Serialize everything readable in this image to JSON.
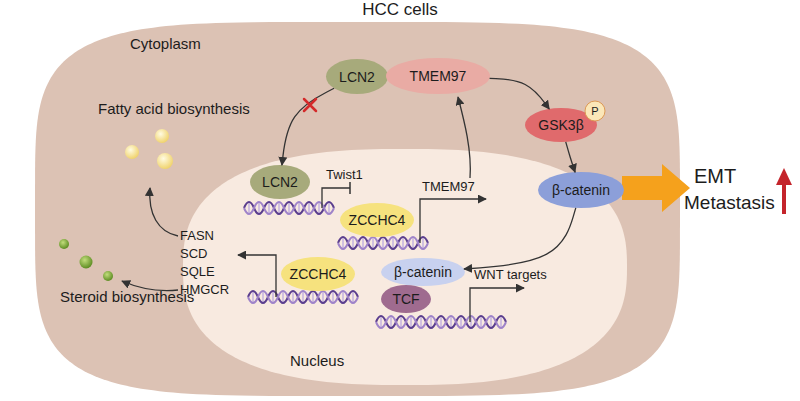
{
  "diagram": {
    "nodes": [
      {
        "text": [
          "HCC cells",
          "Cytoplasm"
        ]
      },
      {
        "text": [
          "LCN2"
        ],
        "in": 0
      },
      {
        "text": [
          "TMEM97"
        ],
        "in": 0
      },
      {
        "text": [
          "GSK3β"
        ],
        "in": 0
      },
      {
        "text": [
          "P"
        ],
        "in": 3
      },
      {
        "text": [
          "β-catenin"
        ],
        "in": 0
      },
      {
        "text": [
          "Nucleus"
        ],
        "in": 0
      },
      {
        "text": [
          "LCN2"
        ],
        "in": 6
      },
      {
        "text": [
          "ZCCHC4"
        ],
        "in": 6
      },
      {
        "text": [
          "ZCCHC4"
        ],
        "in": 6
      },
      {
        "text": [
          "β-catenin"
        ],
        "in": 6
      },
      {
        "text": [
          "TCF"
        ],
        "in": 6
      }
    ],
    "edges": [
      {
        "from": 2,
        "to": 3,
        "arrow": "to"
      },
      {
        "from": 3,
        "to": 5,
        "arrow": "to"
      },
      {
        "from": 5,
        "to": 10,
        "arrow": "to"
      },
      {
        "from": 1,
        "to": 7,
        "arrow": "to"
      }
    ],
    "labels": [
      "Fatty acid biosynthesis",
      "Twist1",
      "TMEM97",
      "FASN",
      "SCD",
      "SQLE",
      "HMGCR",
      "Steroid biosynthesis",
      "WNT targets",
      "EMT",
      "Metastasis"
    ]
  }
}
